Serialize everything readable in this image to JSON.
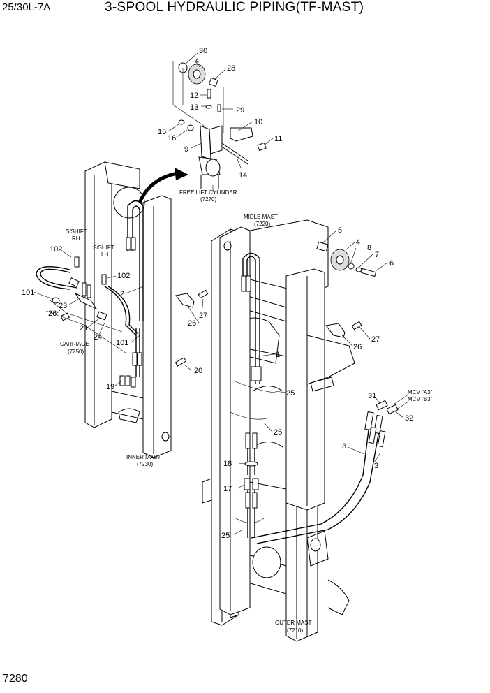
{
  "header": {
    "model": "25/30L-7A",
    "title": "3-SPOOL HYDRAULIC PIPING(TF-MAST)"
  },
  "footer": {
    "page_number": "7280"
  },
  "assembly_labels": {
    "free_lift_cylinder": [
      "FREE LIFT CYLINDER",
      "(7270)"
    ],
    "midle_mast": [
      "MIDLE MAST",
      "(7220)"
    ],
    "inner_mast": [
      "INNER MAST",
      "(7230)"
    ],
    "outer_mast": [
      "OUTER MAST",
      "(7210)"
    ],
    "carriage": [
      "CARRIAGE",
      "(7250)"
    ],
    "sshift_rh": [
      "S/SHIFT",
      "RH"
    ],
    "sshift_lh": [
      "S/SHIFT",
      "LH"
    ],
    "mcv_a3": "MCV \"A3\"",
    "mcv_b3": "MCV \"B3\""
  },
  "callouts": {
    "c30": "30",
    "c4a": "4",
    "c28": "28",
    "c12": "12",
    "c13": "13",
    "c29": "29",
    "c10": "10",
    "c15": "15",
    "c16": "16",
    "c9": "9",
    "c11": "11",
    "c14": "14",
    "c5": "5",
    "c4b": "4",
    "c8": "8",
    "c7": "7",
    "c6": "6",
    "c102a": "102",
    "c102b": "102",
    "c101a": "101",
    "c101b": "101",
    "c2": "2",
    "c23": "23",
    "c26a": "26",
    "c26b": "26",
    "c26c": "26",
    "c27a": "27",
    "c27b": "27",
    "c21": "21",
    "c24": "24",
    "c20": "20",
    "c19": "19",
    "c1": "1",
    "c25a": "25",
    "c25b": "25",
    "c25c": "25",
    "c31": "31",
    "c32": "32",
    "c3a": "3",
    "c3b": "3",
    "c18": "18",
    "c17": "17"
  }
}
